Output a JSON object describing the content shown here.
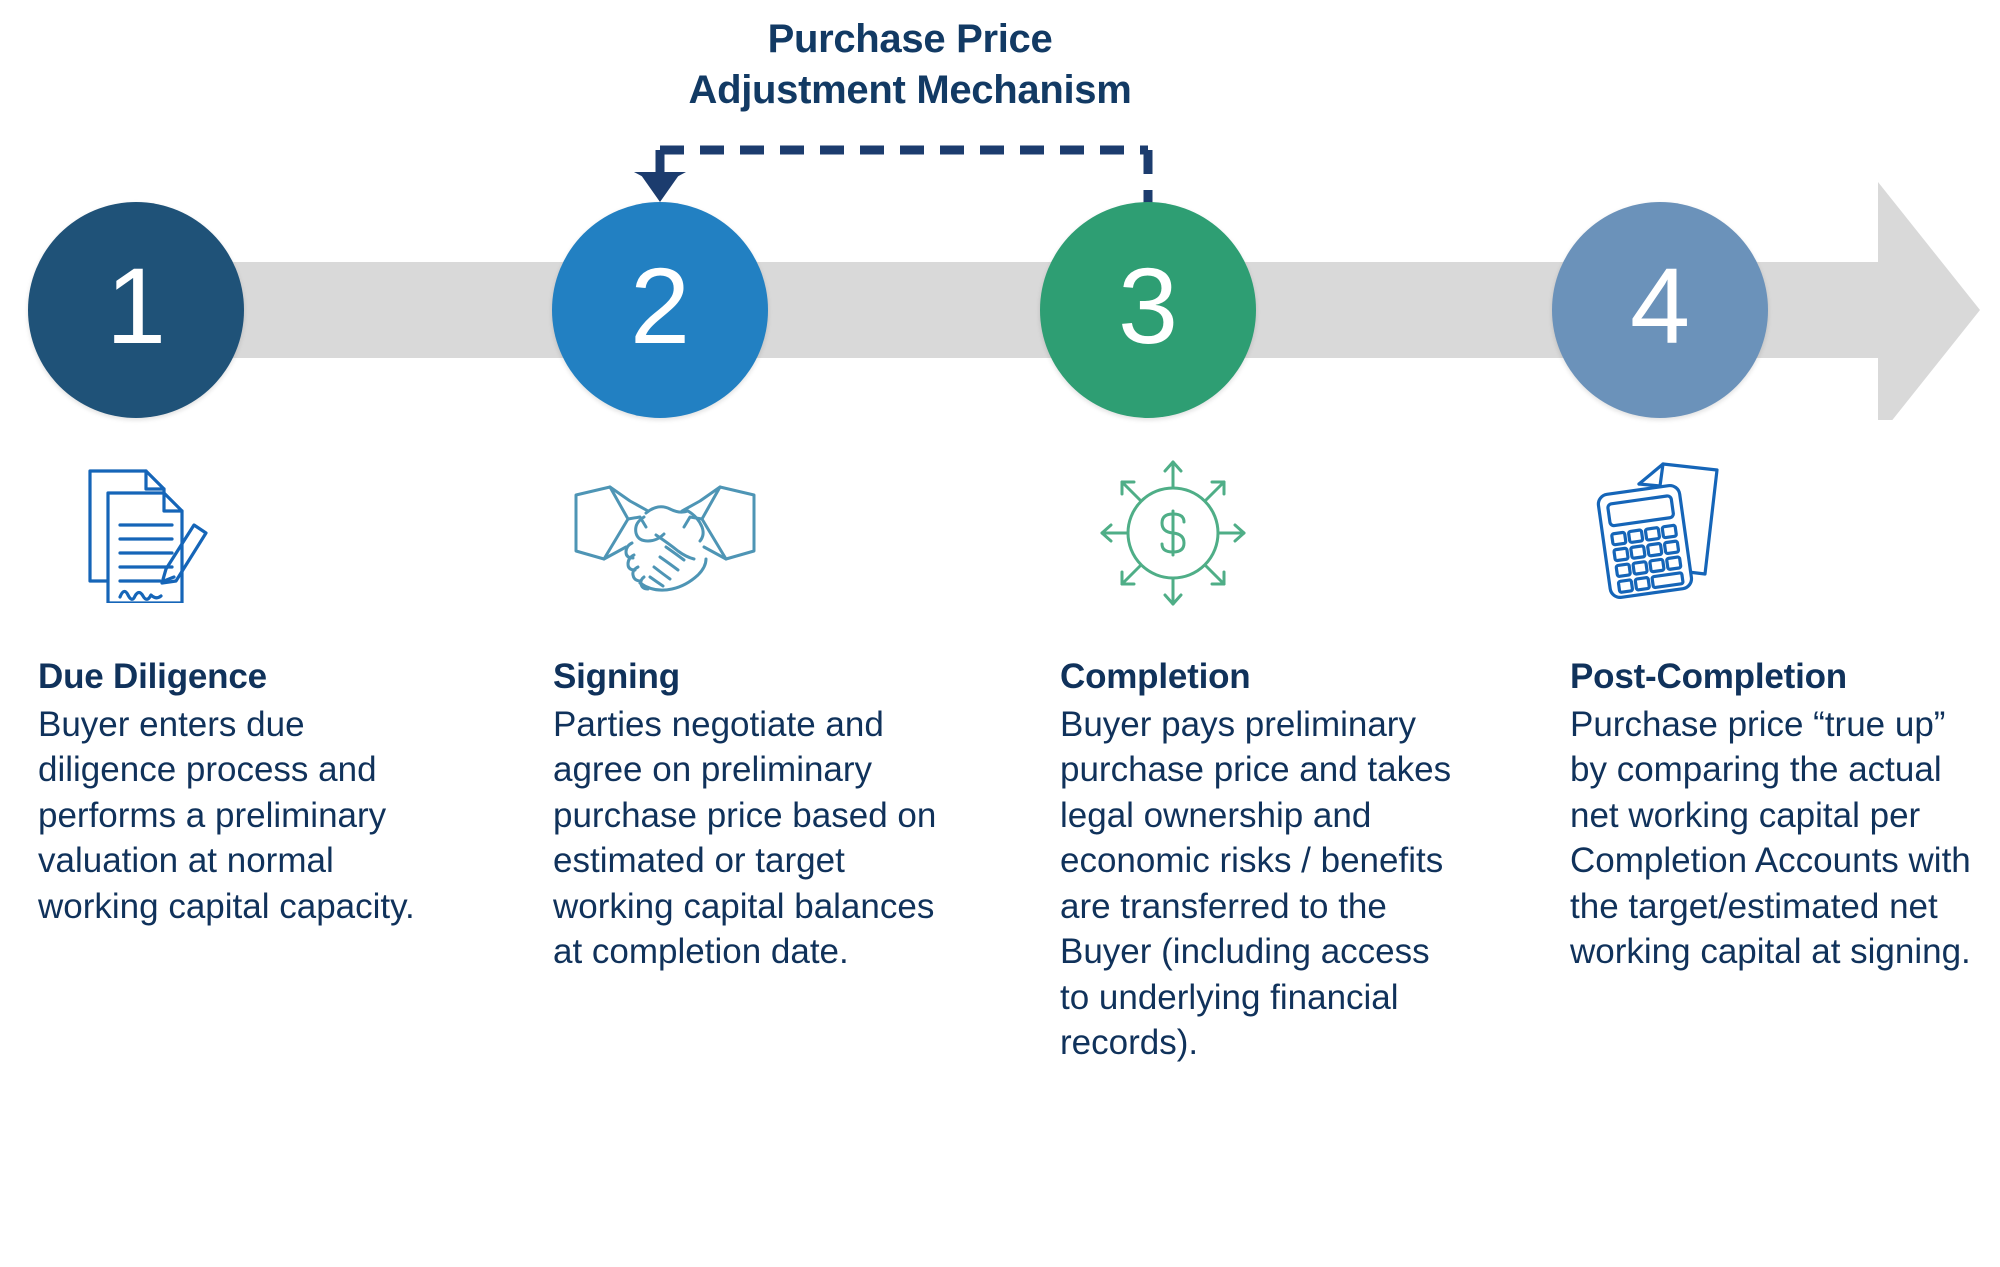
{
  "title": {
    "line1": "Purchase Price",
    "line2": "Adjustment Mechanism"
  },
  "colors": {
    "title_navy": "#123A64",
    "body_navy": "#10325B",
    "timeline_gray": "#D9D9D9",
    "connector_navy": "#1C3C6E",
    "step1": "#1F5278",
    "step2": "#2280C2",
    "step3": "#2E9E73",
    "step4": "#6B92BA",
    "icon_blue": "#1565B8",
    "icon_teal": "#4E95B5",
    "icon_green": "#4FAE87"
  },
  "steps": [
    {
      "number": "1",
      "heading": "Due Diligence",
      "body": "Buyer enters due diligence process and performs a preliminary valuation at normal working capital capacity.",
      "icon": "signed-document-icon",
      "color": "#1F5278"
    },
    {
      "number": "2",
      "heading": "Signing",
      "body": "Parties negotiate and agree on preliminary purchase price based on estimated or target working capital balances at completion date.",
      "icon": "handshake-icon",
      "color": "#2280C2"
    },
    {
      "number": "3",
      "heading": "Completion",
      "body": "Buyer pays preliminary purchase price and takes legal ownership and economic risks / benefits are transferred to the Buyer (including access to underlying financial records).",
      "icon": "dollar-expand-icon",
      "color": "#2E9E73"
    },
    {
      "number": "4",
      "heading": "Post-Completion",
      "body": "Purchase price “true up” by comparing the actual net working capital per Completion Accounts with the target/estimated net working capital at signing.",
      "icon": "calculator-document-icon",
      "color": "#6B92BA"
    }
  ],
  "connector": {
    "label": "adjustment-mechanism-bracket",
    "from_step": "3",
    "to_step": "2",
    "style": "dashed",
    "arrow_direction": "down"
  },
  "timeline": {
    "label": "process-timeline-arrow",
    "direction": "left-to-right"
  }
}
